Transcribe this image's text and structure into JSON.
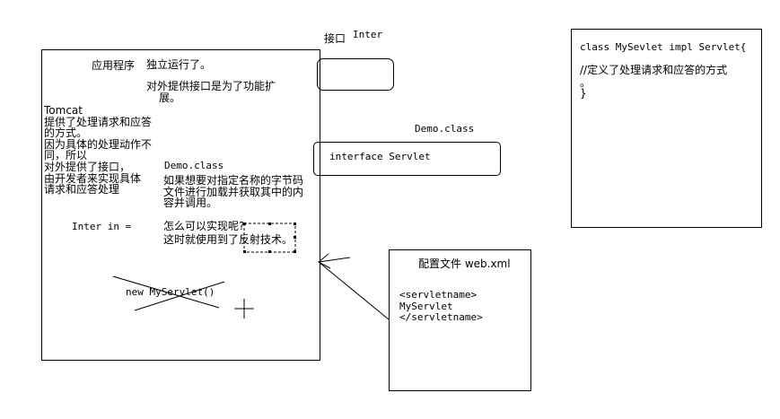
{
  "main_box": {
    "app_label": "应用程序",
    "app_note": "独立运行了。",
    "interface_note_1": "对外提供接口是为了功能扩",
    "interface_note_2": "展。",
    "tomcat_lines": [
      "Tomcat",
      "提供了处理请求和应答",
      "的方式。",
      "因为具体的处理动作不",
      "同，所以",
      "对外提供了接口，",
      "由开发者来实现具体",
      "请求和应答处理"
    ],
    "demo_class": "Demo.class",
    "reflect_lines": [
      "如果想要对指定名称的字节码",
      "文件进行加载并获取其中的内",
      "容并调用。"
    ],
    "inter_in": "Inter in =",
    "question_1": "怎么可以实现呢?",
    "question_2": "这时就使用到了反射技术。",
    "new_servlet": "new MyServlet()"
  },
  "top": {
    "port_label": "接口",
    "inter_label": "Inter",
    "demo_class": "Demo.class",
    "interface_servlet": "interface Servlet"
  },
  "config_box": {
    "title": "配置文件 web.xml",
    "lines": [
      "<servletname>",
      "MyServlet",
      "</servletname>"
    ]
  },
  "class_box": {
    "line1": "class MySevlet impl Servlet{",
    "line2": "//定义了处理请求和应答的方式",
    "line3": "。",
    "line4": "}"
  }
}
